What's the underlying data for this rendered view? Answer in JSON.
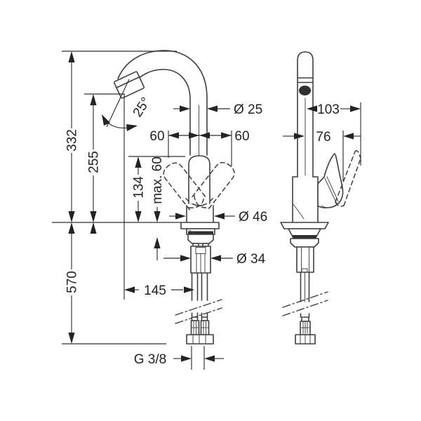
{
  "drawing": {
    "kind": "technical dimensional drawing, single-lever mixer tap, two orthographic views",
    "colors": {
      "background": "#ffffff",
      "outline": "#3f3f3f",
      "dimension_line": "#2e2e2e",
      "text": "#232323",
      "dark_fill": "#303030"
    },
    "front_view": {
      "dim_overall_height": "332",
      "dim_spout_outlet_height": "255",
      "dim_hose_length_below": "570",
      "dim_body_height": "134",
      "dim_max_mounting_thickness": "max. 60",
      "dim_spout_angle": "25°",
      "dim_spout_diameter": "Ø 25",
      "dim_handle_swing_left": "60",
      "dim_handle_swing_right": "60",
      "dim_body_diameter": "Ø 46",
      "dim_shank_diameter": "Ø 34",
      "dim_spout_reach": "145",
      "dim_connection_thread": "G 3/8"
    },
    "side_view": {
      "dim_handle_reach_raised": "103",
      "dim_handle_reach": "76"
    }
  }
}
